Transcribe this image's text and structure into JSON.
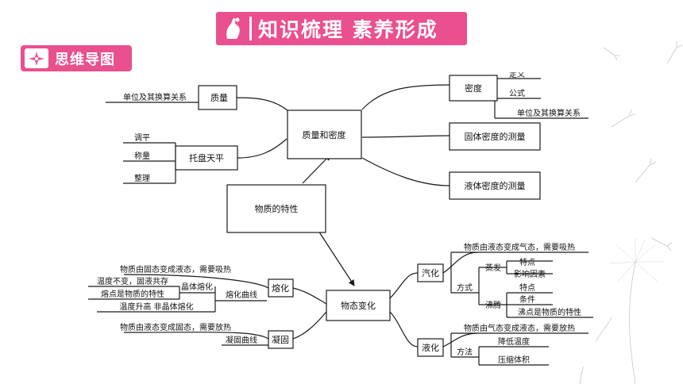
{
  "header": {
    "title": "知识梳理 素养形成",
    "title_icon": "pinching-hand-icon",
    "section_label": "思维导图",
    "section_icon": "compass-star-icon"
  },
  "colors": {
    "accent": "#ea4f8e",
    "line": "#1a1a1a",
    "background": "#ffffff"
  },
  "mindmap": {
    "center": "物质的特性",
    "mass_density": {
      "label": "质量和密度",
      "mass": {
        "label": "质量",
        "children": [
          "单位及其换算关系"
        ]
      },
      "balance": {
        "label": "托盘天平",
        "children": [
          "调平",
          "称量",
          "整理"
        ]
      },
      "density": {
        "label": "密度",
        "children": [
          "定义",
          "公式",
          "单位及其换算关系"
        ]
      },
      "solid_measure": "固体密度的测量",
      "liquid_measure": "液体密度的测量"
    },
    "state_change": {
      "label": "物态变化",
      "melting": {
        "label": "熔化",
        "desc": "物质由固态变成液态，需要吸热",
        "curve": "熔化曲线",
        "crystal": "晶体熔化",
        "crystal_items": [
          "温度不变，固液共存",
          "熔点是物质的特性"
        ],
        "noncrystal": "温度升高 非晶体熔化"
      },
      "solidify": {
        "label": "凝固",
        "desc": "物质由液态变成固态，需要放热",
        "curve": "凝固曲线"
      },
      "vaporize": {
        "label": "汽化",
        "desc": "物质由液态变成气态，需要吸热",
        "method": "方式",
        "evaporation": {
          "label": "蒸发",
          "children": [
            "特点",
            "影响因素"
          ]
        },
        "boiling": {
          "label": "沸腾",
          "children": [
            "特点",
            "条件",
            "沸点是物质的特性"
          ]
        }
      },
      "liquefy": {
        "label": "液化",
        "desc": "物质由气态变成液态，需要放热",
        "method": "方法",
        "children": [
          "降低温度",
          "压缩体积"
        ]
      }
    }
  }
}
